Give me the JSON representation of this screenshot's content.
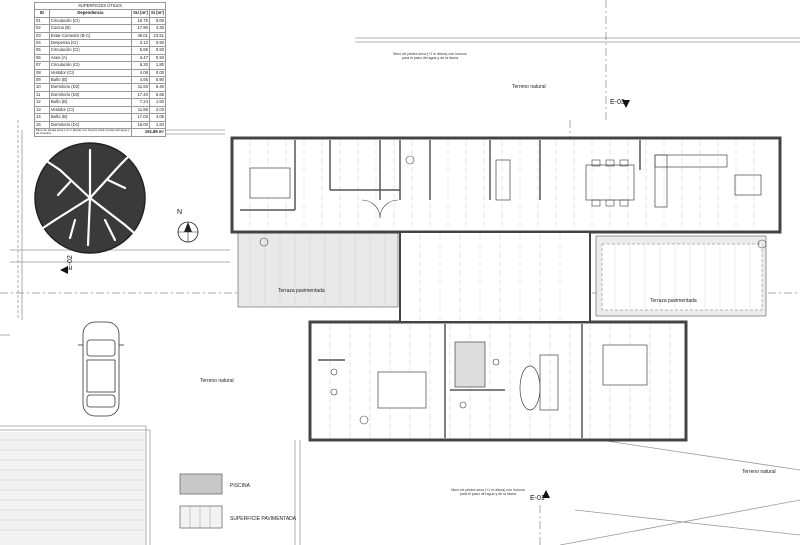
{
  "table": {
    "caption": "SUPERFICIES ÚTILES",
    "headers": [
      "ID",
      "Dependencia",
      "SU (m²)",
      "Si (m²)"
    ],
    "rows": [
      [
        "01",
        "Circulación (CI)",
        "19.75",
        "0.00"
      ],
      [
        "02",
        "Cocina (B)",
        "17.90",
        "4.30"
      ],
      [
        "03",
        "Estar-Comedor (B-C)",
        "45.01",
        "23.51"
      ],
      [
        "04",
        "Despensa (CI)",
        "3.12",
        "0.93"
      ],
      [
        "05",
        "Circulación (CI)",
        "5.86",
        "0.93"
      ],
      [
        "06",
        "Aseo (A)",
        "3.47",
        "0.93"
      ],
      [
        "07",
        "Circulación (CI)",
        "6.30",
        "1.80"
      ],
      [
        "08",
        "Vestidor (CI)",
        "4.08",
        "0.00"
      ],
      [
        "09",
        "Baño (B)",
        "4.65",
        "0.90"
      ],
      [
        "10",
        "Dormitorio (D2)",
        "11.93",
        "5.40"
      ],
      [
        "11",
        "Dormitorio (D2)",
        "17.40",
        "5.65"
      ],
      [
        "12",
        "Baño (B)",
        "7.24",
        "1.83"
      ],
      [
        "13",
        "Vestidor (CI)",
        "11.86",
        "2.03"
      ],
      [
        "14",
        "Baño (B)",
        "17.03",
        "4.05"
      ],
      [
        "15",
        "Dormitorio (D1)",
        "16.00",
        "1.84"
      ]
    ],
    "total": "191.89 m²"
  },
  "labels": {
    "terreno_top": "Terreno natural",
    "terreno_left": "Terreno natural",
    "terreno_right": "Terreno natural",
    "terraza_left": "Terraza pavimentada",
    "terraza_right": "Terraza pavimentada",
    "section_e03": "E-03",
    "section_e01": "E-01",
    "section_e02": "E-02",
    "north": "N",
    "muro_top": "Muro de piedra seca (+1 m altura) con huecos para el paso del agua y de la fauna",
    "muro_bottom": "Muro de piedra seca (+1 m altura) con huecos para el paso del agua y de la fauna",
    "muro_table": "Muro de piedra seca (+1 m altura) con huecos para el paso del agua y de la fauna"
  },
  "legend": {
    "piscina": "PISCINA",
    "superficie": "SUPERFICIE PAVIMENTADA"
  },
  "colors": {
    "wall": "#444444",
    "grid": "#c8c8c8",
    "terrace": "#d8d8d8",
    "tree": "#2e2e2e",
    "piscina": "#c8c8c8"
  }
}
